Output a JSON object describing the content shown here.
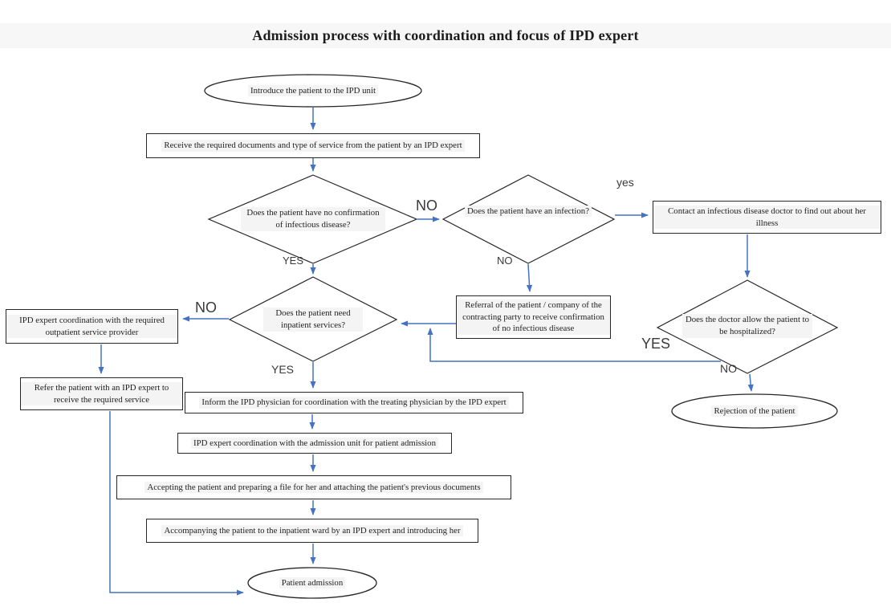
{
  "title": "Admission process with coordination and focus of IPD expert",
  "colors": {
    "arrow": "#4472C4",
    "shape_border": "#262626",
    "title_band": "#f7f7f7",
    "text_highlight": "#f4f4f4",
    "label_text": "#3a3a3a"
  },
  "nodes": {
    "start": "Introduce the patient to the IPD unit",
    "receive_docs": "Receive the required documents and type of service from the patient by an IPD expert",
    "d_no_confirmation": "Does the patient have no confirmation of infectious disease?",
    "d_infection": "Does the patient have an infection?",
    "contact_doctor": "Contact an infectious disease doctor to find out about her illness",
    "referral": "Referral of the patient / company of the contracting party to receive confirmation of no infectious disease",
    "d_hospitalized": "Does the doctor allow the patient to be hospitalized?",
    "rejection": "Rejection of the patient",
    "d_inpatient": "Does the patient need inpatient services?",
    "outpatient_coordination": "IPD expert coordination with the required outpatient service provider",
    "refer_service": "Refer the patient with an IPD expert to receive the required service",
    "inform_physician": "Inform the IPD physician for coordination with the treating physician by the IPD expert",
    "admission_coordination": "IPD expert coordination with the admission unit for patient admission",
    "accepting_patient": "Accepting the patient and preparing a file for her and attaching the patient's previous documents",
    "accompanying": "Accompanying the patient to the inpatient ward by an IPD expert and introducing her",
    "admission": "Patient admission"
  },
  "edge_labels": {
    "d1_no": "NO",
    "d1_yes": "YES",
    "d2_yes": "yes",
    "d2_no": "NO",
    "d3_yes": "YES",
    "d3_no": "NO",
    "d4_no": "NO",
    "d4_yes": "YES"
  }
}
